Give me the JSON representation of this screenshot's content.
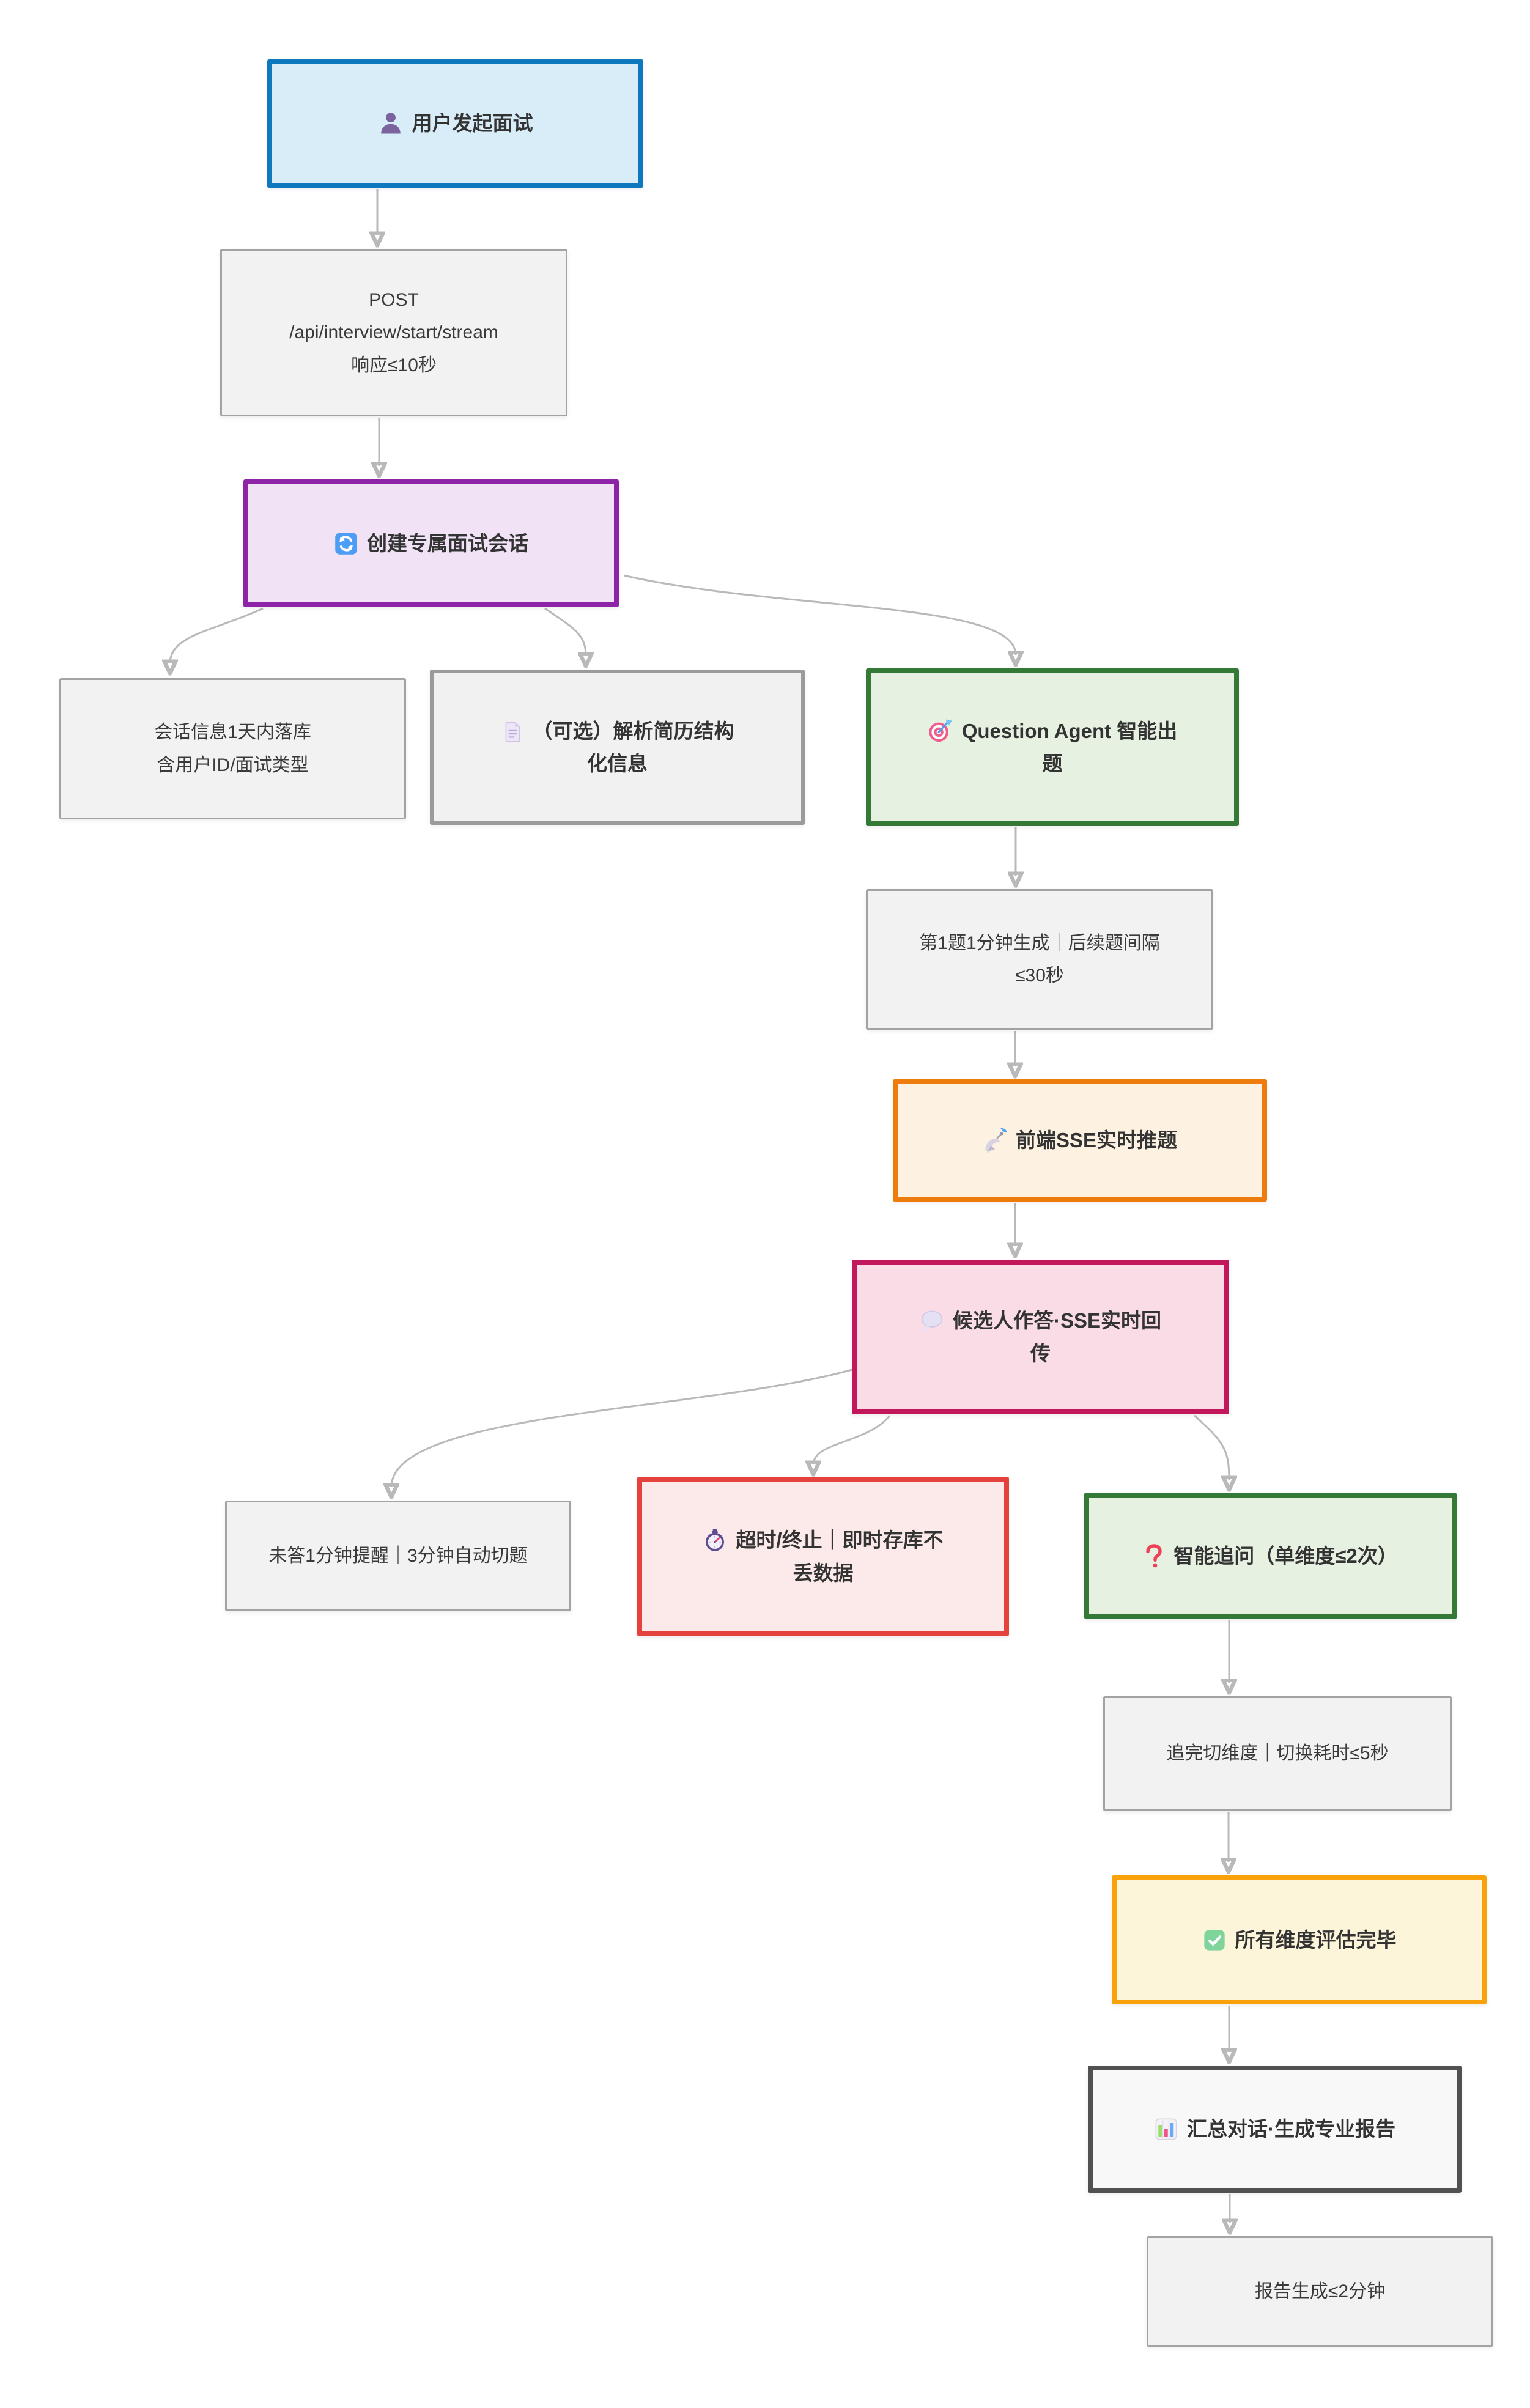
{
  "page": {
    "background": "#ffffff"
  },
  "diagram": {
    "type": "flowchart",
    "direction": "top-down",
    "nodes": {
      "user_start": {
        "label": "用户发起面试",
        "icon": "user-icon",
        "style": "blue"
      },
      "api_call": {
        "label": "POST\n/api/interview/start/stream\n响应≤10秒",
        "style": "note"
      },
      "create_session": {
        "label": "创建专属面试会话",
        "icon": "sync-icon",
        "style": "purple"
      },
      "session_db": {
        "label": "会话信息1天内落库\n含用户ID/面试类型",
        "style": "note"
      },
      "resume_parse": {
        "label": "（可选）解析简历结构\n化信息",
        "icon": "document-icon",
        "style": "note-strong"
      },
      "question_agent": {
        "label": "Question Agent 智能出\n题",
        "icon": "target-icon",
        "style": "green"
      },
      "first_question_timing": {
        "label": "第1题1分钟生成｜后续题间隔\n≤30秒",
        "style": "note"
      },
      "sse_push": {
        "label": "前端SSE实时推题",
        "icon": "satellite-icon",
        "style": "orange"
      },
      "candidate_answer": {
        "label": "候选人作答·SSE实时回\n传",
        "icon": "speech-icon",
        "style": "pink"
      },
      "unanswered_reminder": {
        "label": "未答1分钟提醒｜3分钟自动切题",
        "style": "note"
      },
      "timeout_save": {
        "label": "超时/终止｜即时存库不\n丢数据",
        "icon": "stopwatch-icon",
        "style": "red"
      },
      "followup": {
        "label": "智能追问（单维度≤2次）",
        "icon": "question-icon",
        "style": "green"
      },
      "dimension_switch": {
        "label": "追完切维度｜切换耗时≤5秒",
        "style": "note"
      },
      "all_dimensions_done": {
        "label": "所有维度评估完毕",
        "icon": "check-icon",
        "style": "amber"
      },
      "generate_report": {
        "label": "汇总对话·生成专业报告",
        "icon": "chart-icon",
        "style": "dark"
      },
      "report_timing": {
        "label": "报告生成≤2分钟",
        "style": "note"
      }
    },
    "edges": [
      {
        "from": "user_start",
        "to": "api_call"
      },
      {
        "from": "api_call",
        "to": "create_session"
      },
      {
        "from": "create_session",
        "to": "session_db"
      },
      {
        "from": "create_session",
        "to": "resume_parse"
      },
      {
        "from": "create_session",
        "to": "question_agent"
      },
      {
        "from": "question_agent",
        "to": "first_question_timing"
      },
      {
        "from": "first_question_timing",
        "to": "sse_push"
      },
      {
        "from": "sse_push",
        "to": "candidate_answer"
      },
      {
        "from": "candidate_answer",
        "to": "unanswered_reminder"
      },
      {
        "from": "candidate_answer",
        "to": "timeout_save"
      },
      {
        "from": "candidate_answer",
        "to": "followup"
      },
      {
        "from": "followup",
        "to": "dimension_switch"
      },
      {
        "from": "dimension_switch",
        "to": "all_dimensions_done"
      },
      {
        "from": "all_dimensions_done",
        "to": "generate_report"
      },
      {
        "from": "generate_report",
        "to": "report_timing"
      }
    ],
    "colors": {
      "blue_border": "#0d78be",
      "blue_fill": "#d9edf9",
      "purple_border": "#8d24a8",
      "purple_fill": "#f1e2f6",
      "green_border": "#347a36",
      "green_fill": "#e7f1e2",
      "orange_border": "#ee7c0d",
      "orange_fill": "#fdf2e2",
      "pink_border": "#c2185b",
      "pink_fill": "#f9dce6",
      "red_border": "#e5413d",
      "red_fill": "#fce9e9",
      "amber_border": "#f9a10a",
      "amber_fill": "#fcf5da",
      "dark_border": "#515151",
      "dark_fill": "#f8f8f8",
      "note_border": "#a3a3a3",
      "note_fill": "#f2f2f2",
      "edge_color": "#b9b9b9",
      "text_color": "#333333"
    }
  }
}
